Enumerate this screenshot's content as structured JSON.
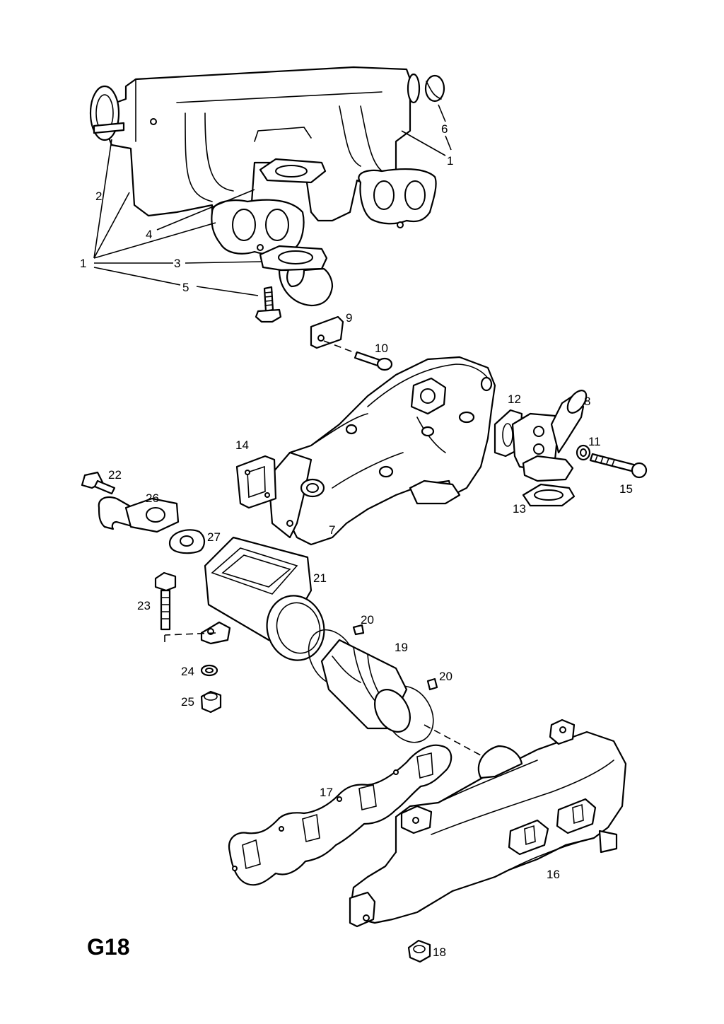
{
  "page_code": "G18",
  "colors": {
    "line": "#000000",
    "background": "#ffffff"
  },
  "callouts": [
    {
      "id": "c1a",
      "text": "1"
    },
    {
      "id": "c1b",
      "text": "1"
    },
    {
      "id": "c2",
      "text": "2"
    },
    {
      "id": "c3",
      "text": "3"
    },
    {
      "id": "c4",
      "text": "4"
    },
    {
      "id": "c5",
      "text": "5"
    },
    {
      "id": "c6",
      "text": "6"
    },
    {
      "id": "c7",
      "text": "7"
    },
    {
      "id": "c8",
      "text": "8"
    },
    {
      "id": "c9",
      "text": "9"
    },
    {
      "id": "c10",
      "text": "10"
    },
    {
      "id": "c11",
      "text": "11"
    },
    {
      "id": "c12",
      "text": "12"
    },
    {
      "id": "c13",
      "text": "13"
    },
    {
      "id": "c14",
      "text": "14"
    },
    {
      "id": "c15",
      "text": "15"
    },
    {
      "id": "c16",
      "text": "16"
    },
    {
      "id": "c17",
      "text": "17"
    },
    {
      "id": "c18",
      "text": "18"
    },
    {
      "id": "c19",
      "text": "19"
    },
    {
      "id": "c20a",
      "text": "20"
    },
    {
      "id": "c20b",
      "text": "20"
    },
    {
      "id": "c21",
      "text": "21"
    },
    {
      "id": "c22",
      "text": "22"
    },
    {
      "id": "c23",
      "text": "23"
    },
    {
      "id": "c24",
      "text": "24"
    },
    {
      "id": "c25",
      "text": "25"
    },
    {
      "id": "c26",
      "text": "26"
    },
    {
      "id": "c27",
      "text": "27"
    }
  ]
}
